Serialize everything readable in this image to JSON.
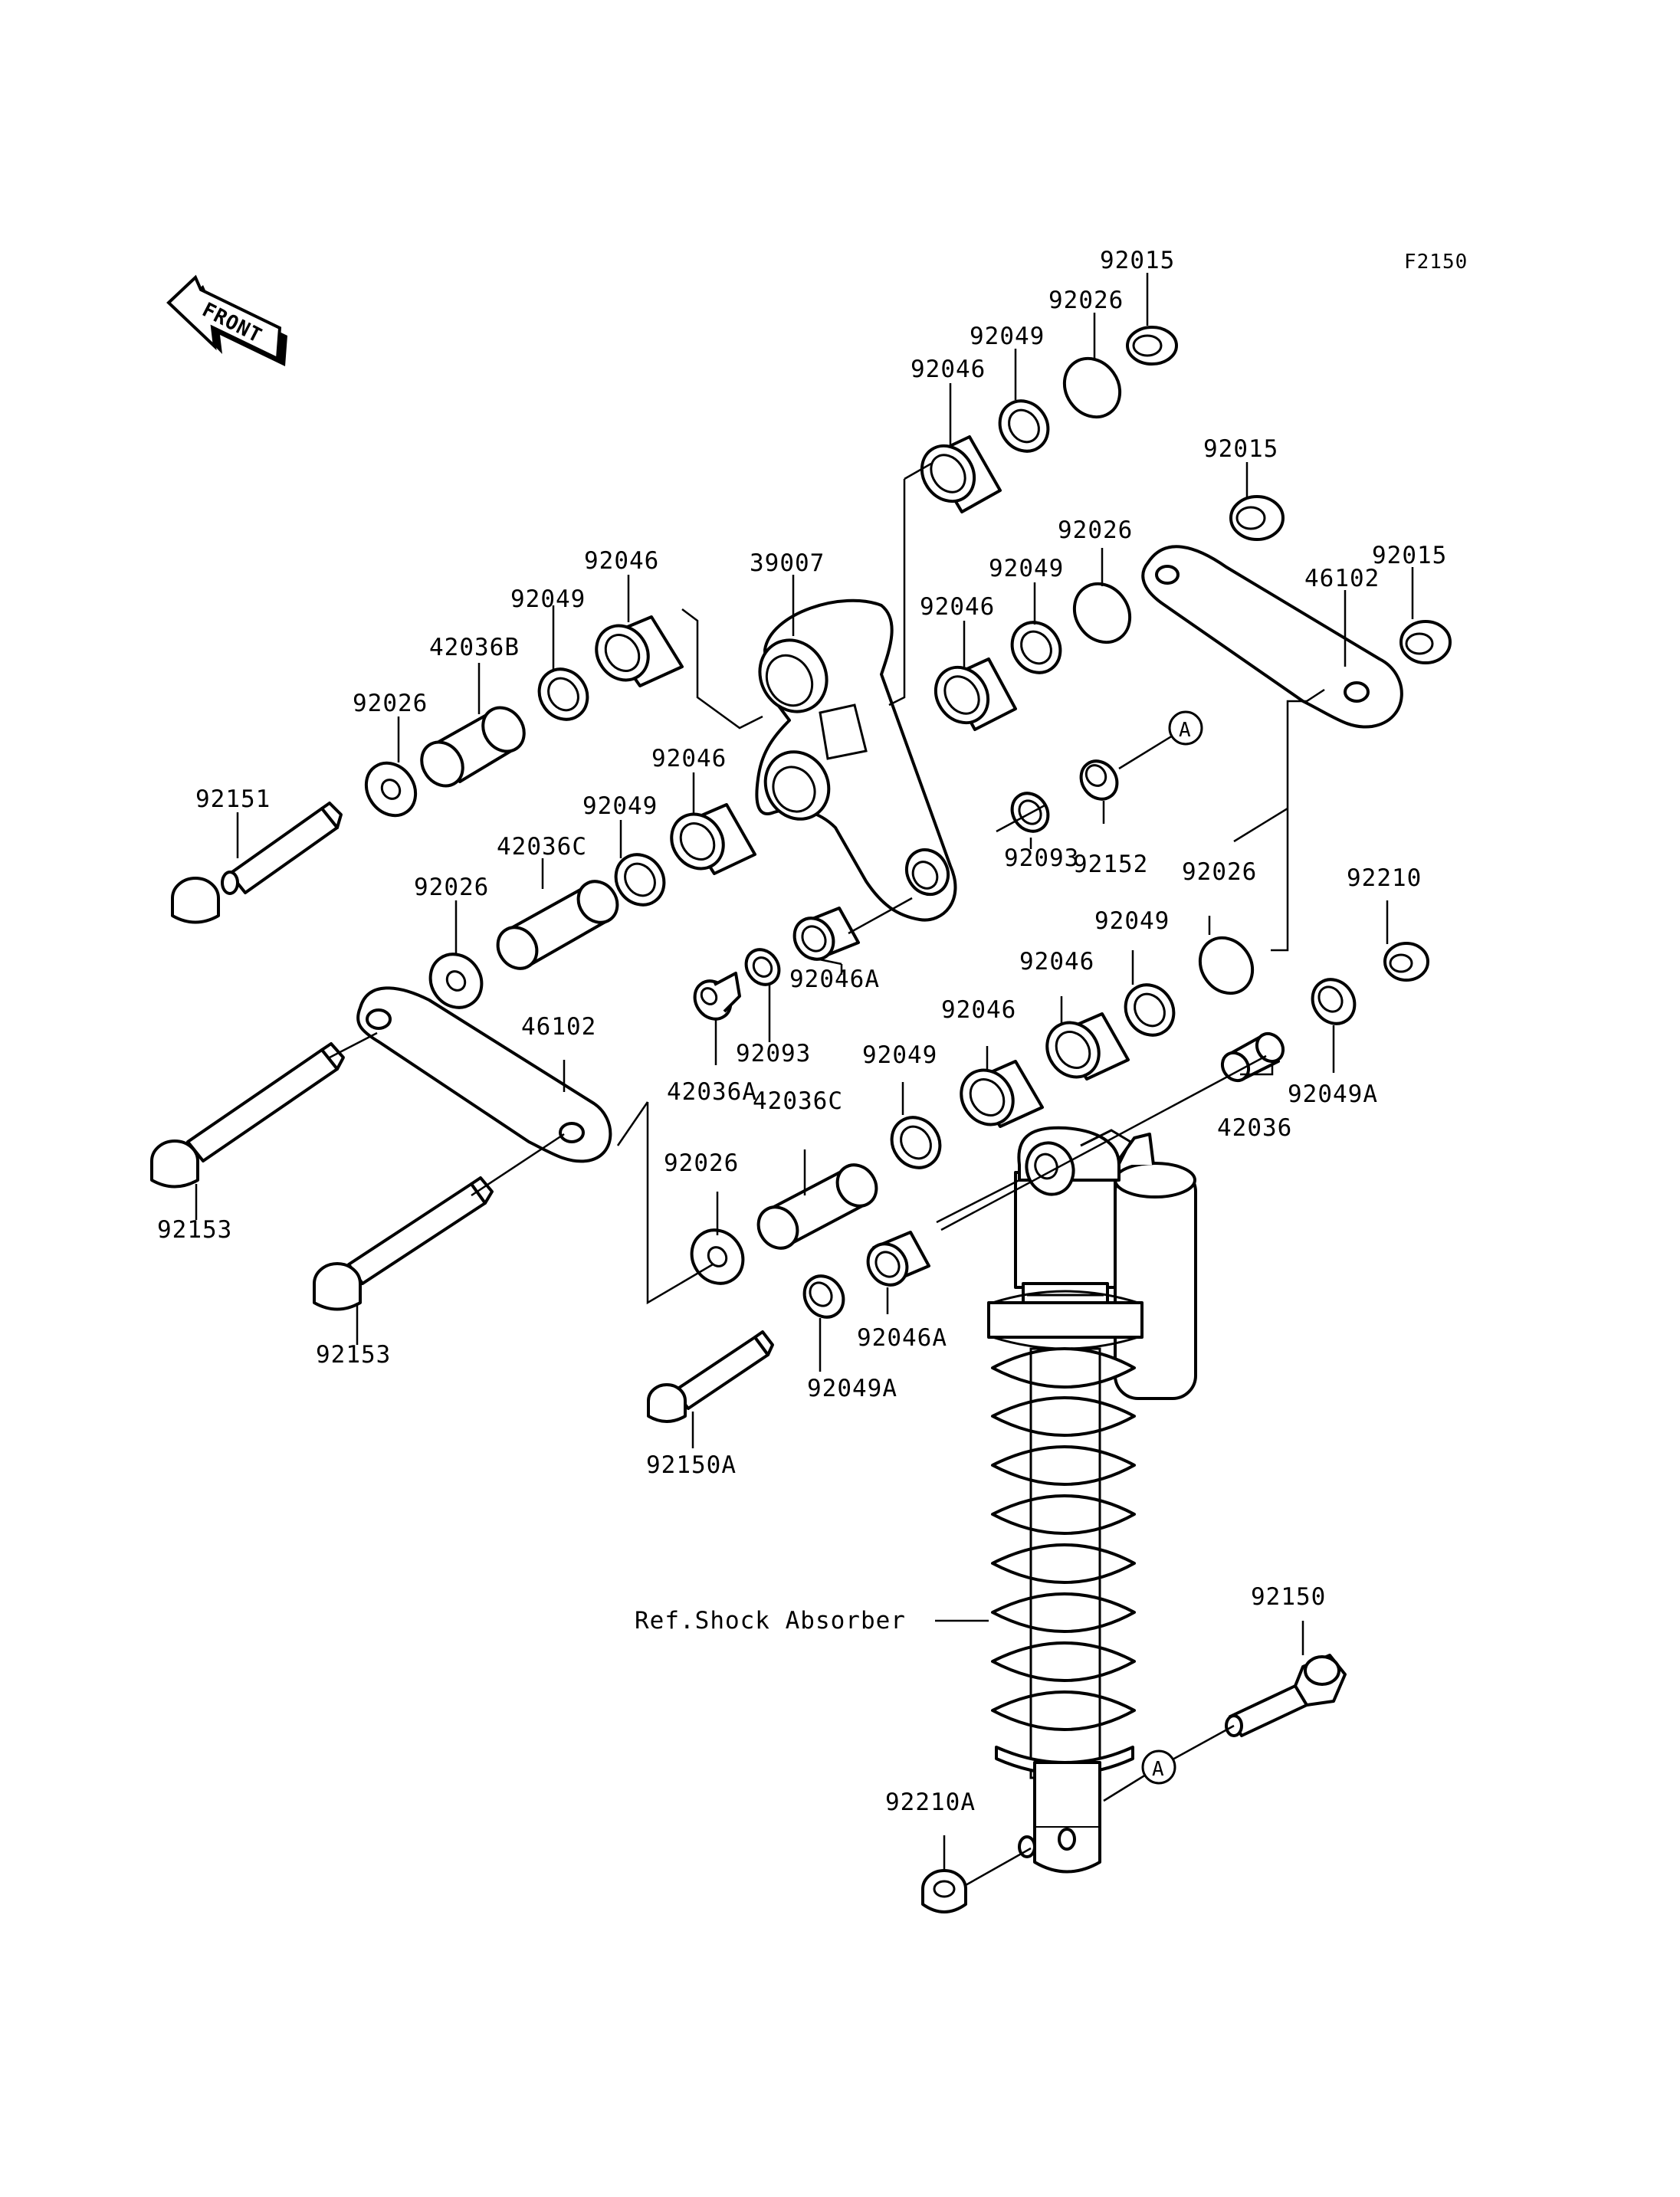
{
  "figure_code": "F2150",
  "front_arrow_text": "FRONT",
  "ref_label": "Ref.Shock Absorber",
  "callout_marker": "A",
  "labels": [
    {
      "key": "92015_a",
      "text": "92015"
    },
    {
      "key": "92026_a",
      "text": "92026"
    },
    {
      "key": "92049_a",
      "text": "92049"
    },
    {
      "key": "92046_a",
      "text": "92046"
    },
    {
      "key": "92015_b",
      "text": "92015"
    },
    {
      "key": "92026_b",
      "text": "92026"
    },
    {
      "key": "92015_c",
      "text": "92015"
    },
    {
      "key": "46102_a",
      "text": "46102"
    },
    {
      "key": "92049_b",
      "text": "92049"
    },
    {
      "key": "92046_b",
      "text": "92046"
    },
    {
      "key": "39007",
      "text": "39007"
    },
    {
      "key": "92046_c",
      "text": "92046"
    },
    {
      "key": "92049_c",
      "text": "92049"
    },
    {
      "key": "42036B",
      "text": "42036B"
    },
    {
      "key": "92026_c",
      "text": "92026"
    },
    {
      "key": "92151",
      "text": "92151"
    },
    {
      "key": "92046_d",
      "text": "92046"
    },
    {
      "key": "92049_d",
      "text": "92049"
    },
    {
      "key": "42036C_a",
      "text": "42036C"
    },
    {
      "key": "92026_d",
      "text": "92026"
    },
    {
      "key": "92093_a",
      "text": "92093"
    },
    {
      "key": "92152",
      "text": "92152"
    },
    {
      "key": "92026_e",
      "text": "92026"
    },
    {
      "key": "92210",
      "text": "92210"
    },
    {
      "key": "92049_e",
      "text": "92049"
    },
    {
      "key": "92046_e",
      "text": "92046"
    },
    {
      "key": "92046A_a",
      "text": "92046A"
    },
    {
      "key": "92093_b",
      "text": "92093"
    },
    {
      "key": "42036A",
      "text": "42036A"
    },
    {
      "key": "46102_b",
      "text": "46102"
    },
    {
      "key": "92046_f",
      "text": "92046"
    },
    {
      "key": "92049_f",
      "text": "92049"
    },
    {
      "key": "42036C_b",
      "text": "42036C"
    },
    {
      "key": "42036",
      "text": "42036"
    },
    {
      "key": "92049A_a",
      "text": "92049A"
    },
    {
      "key": "92153_a",
      "text": "92153"
    },
    {
      "key": "92026_f",
      "text": "92026"
    },
    {
      "key": "92153_b",
      "text": "92153"
    },
    {
      "key": "92046A_b",
      "text": "92046A"
    },
    {
      "key": "92049A_b",
      "text": "92049A"
    },
    {
      "key": "92150A",
      "text": "92150A"
    },
    {
      "key": "92150",
      "text": "92150"
    },
    {
      "key": "92210A",
      "text": "92210A"
    }
  ]
}
